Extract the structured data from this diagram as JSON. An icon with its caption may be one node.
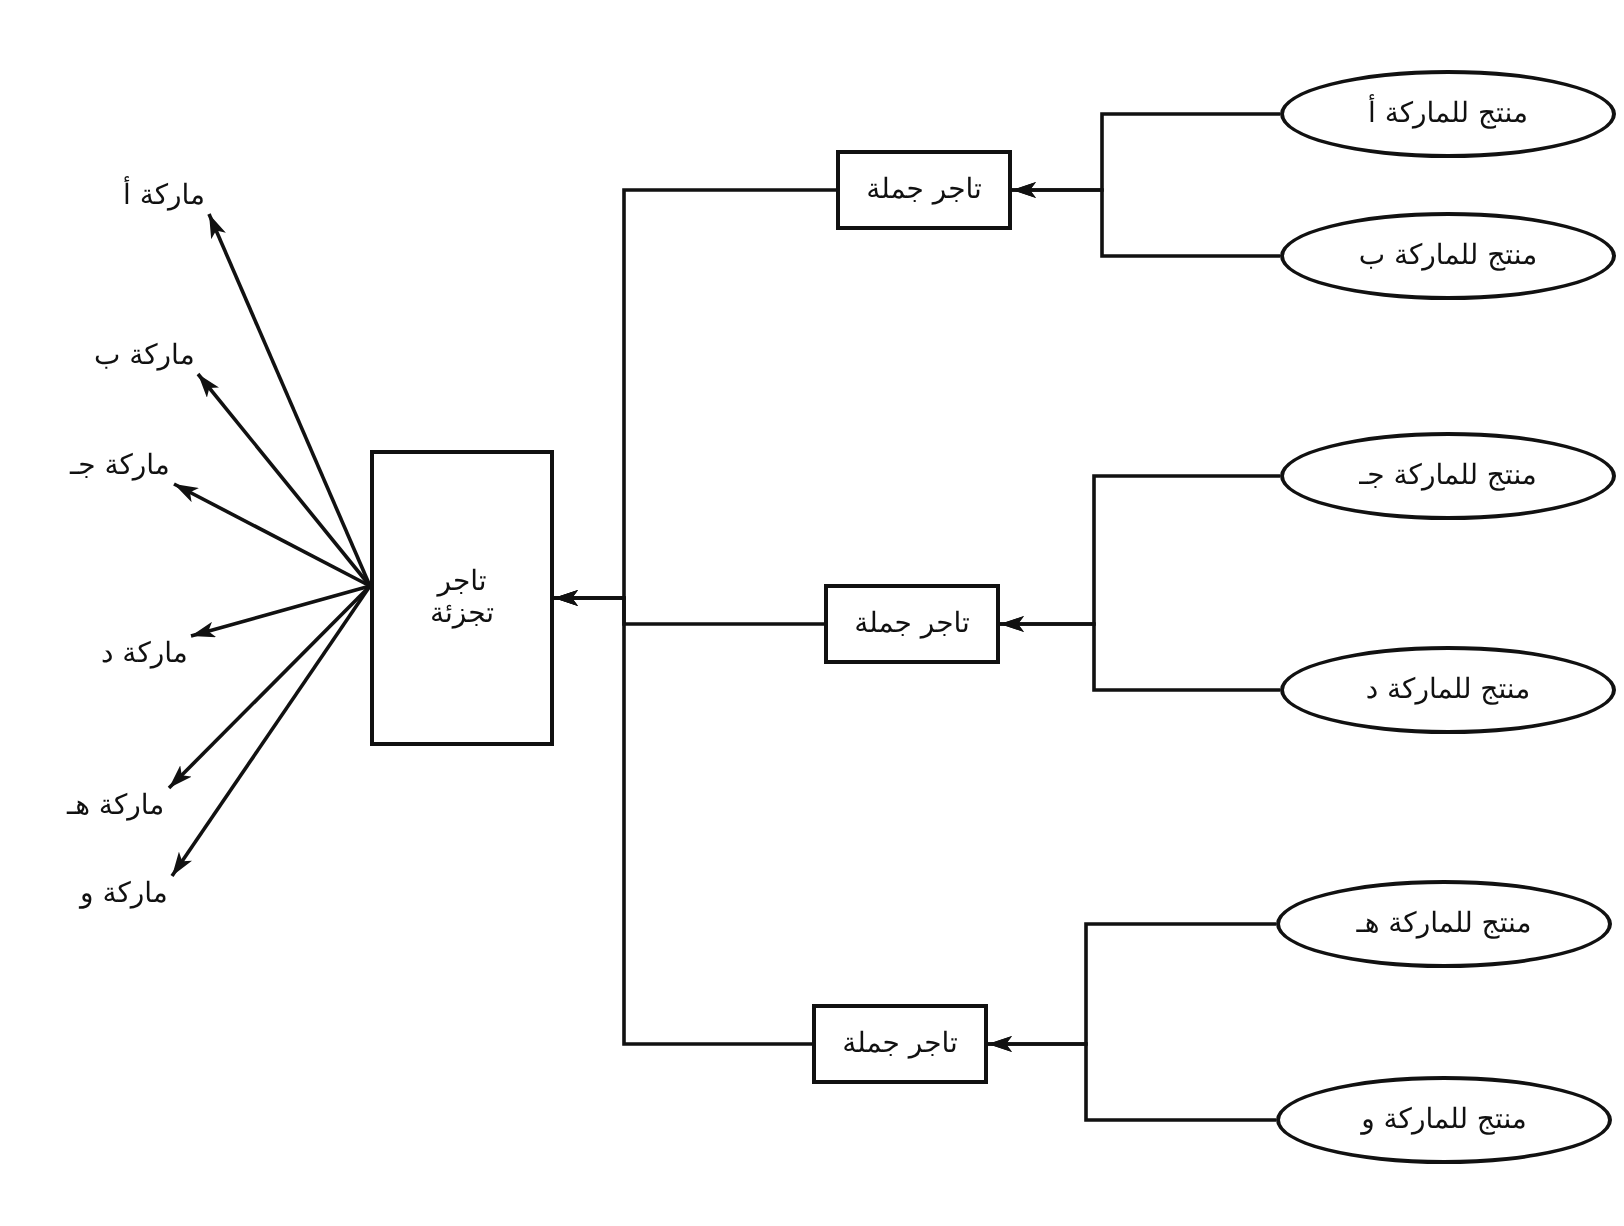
{
  "diagram": {
    "nodes": [
      {
        "text": [
          "منتج للماركة أ"
        ]
      },
      {
        "text": [
          "منتج للماركة ب"
        ]
      },
      {
        "text": [
          "منتج للماركة جـ"
        ]
      },
      {
        "text": [
          "منتج للماركة د"
        ]
      },
      {
        "text": [
          "منتج للماركة هـ"
        ]
      },
      {
        "text": [
          "منتج للماركة و"
        ]
      },
      {
        "text": [
          "تاجر جملة"
        ]
      },
      {
        "text": [
          "تاجر جملة"
        ]
      },
      {
        "text": [
          "تاجر جملة"
        ]
      },
      {
        "text": [
          "تاجر تجزئة"
        ]
      },
      {
        "text": [
          "ماركة أ"
        ]
      },
      {
        "text": [
          "ماركة ب"
        ]
      },
      {
        "text": [
          "ماركة جـ"
        ]
      },
      {
        "text": [
          "ماركة د"
        ]
      },
      {
        "text": [
          "ماركة هـ"
        ]
      },
      {
        "text": [
          "ماركة و"
        ]
      }
    ],
    "edges": [
      {
        "from": 0,
        "to": 6,
        "arrow": "to"
      },
      {
        "from": 1,
        "to": 6,
        "arrow": "to"
      },
      {
        "from": 2,
        "to": 7,
        "arrow": "to"
      },
      {
        "from": 3,
        "to": 7,
        "arrow": "to"
      },
      {
        "from": 4,
        "to": 8,
        "arrow": "to"
      },
      {
        "from": 5,
        "to": 8,
        "arrow": "to"
      },
      {
        "from": 6,
        "to": 9,
        "arrow": "to"
      },
      {
        "from": 7,
        "to": 9,
        "arrow": "to"
      },
      {
        "from": 8,
        "to": 9,
        "arrow": "to"
      },
      {
        "from": 9,
        "to": 10,
        "arrow": "to"
      },
      {
        "from": 9,
        "to": 11,
        "arrow": "to"
      },
      {
        "from": 9,
        "to": 12,
        "arrow": "to"
      },
      {
        "from": 9,
        "to": 13,
        "arrow": "to"
      },
      {
        "from": 9,
        "to": 14,
        "arrow": "to"
      },
      {
        "from": 9,
        "to": 15,
        "arrow": "to"
      }
    ]
  }
}
